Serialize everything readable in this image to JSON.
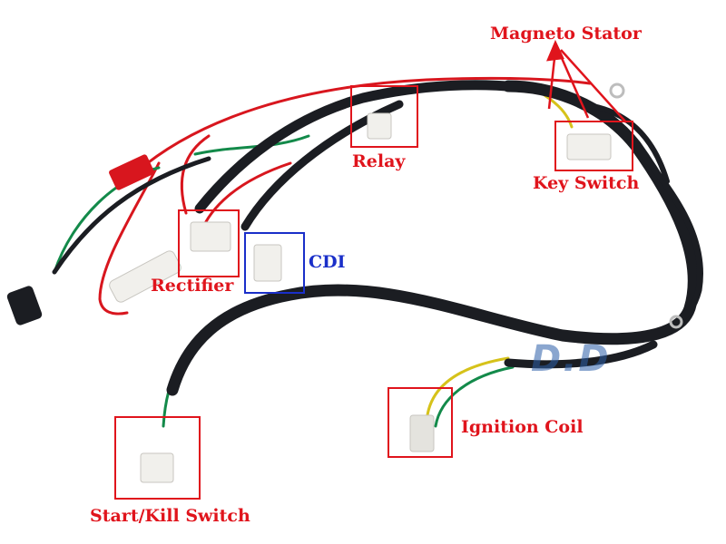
{
  "labels": {
    "magneto_stator": "Magneto Stator",
    "relay": "Relay",
    "key_switch": "Key Switch",
    "cdi": "CDI",
    "rectifier": "Rectifier",
    "ignition_coil": "Ignition Coil",
    "start_kill_switch": "Start/Kill Switch"
  },
  "watermark": "D.D",
  "colors": {
    "label_red": "#e0141c",
    "label_blue": "#1a2fc9",
    "harness_black": "#1b1d22",
    "wire_red": "#d8161e",
    "wire_green": "#138a4a",
    "wire_yellow": "#d6c21a",
    "connector_white": "#f1f0ec",
    "watermark_blue": "#2c5fa8"
  }
}
